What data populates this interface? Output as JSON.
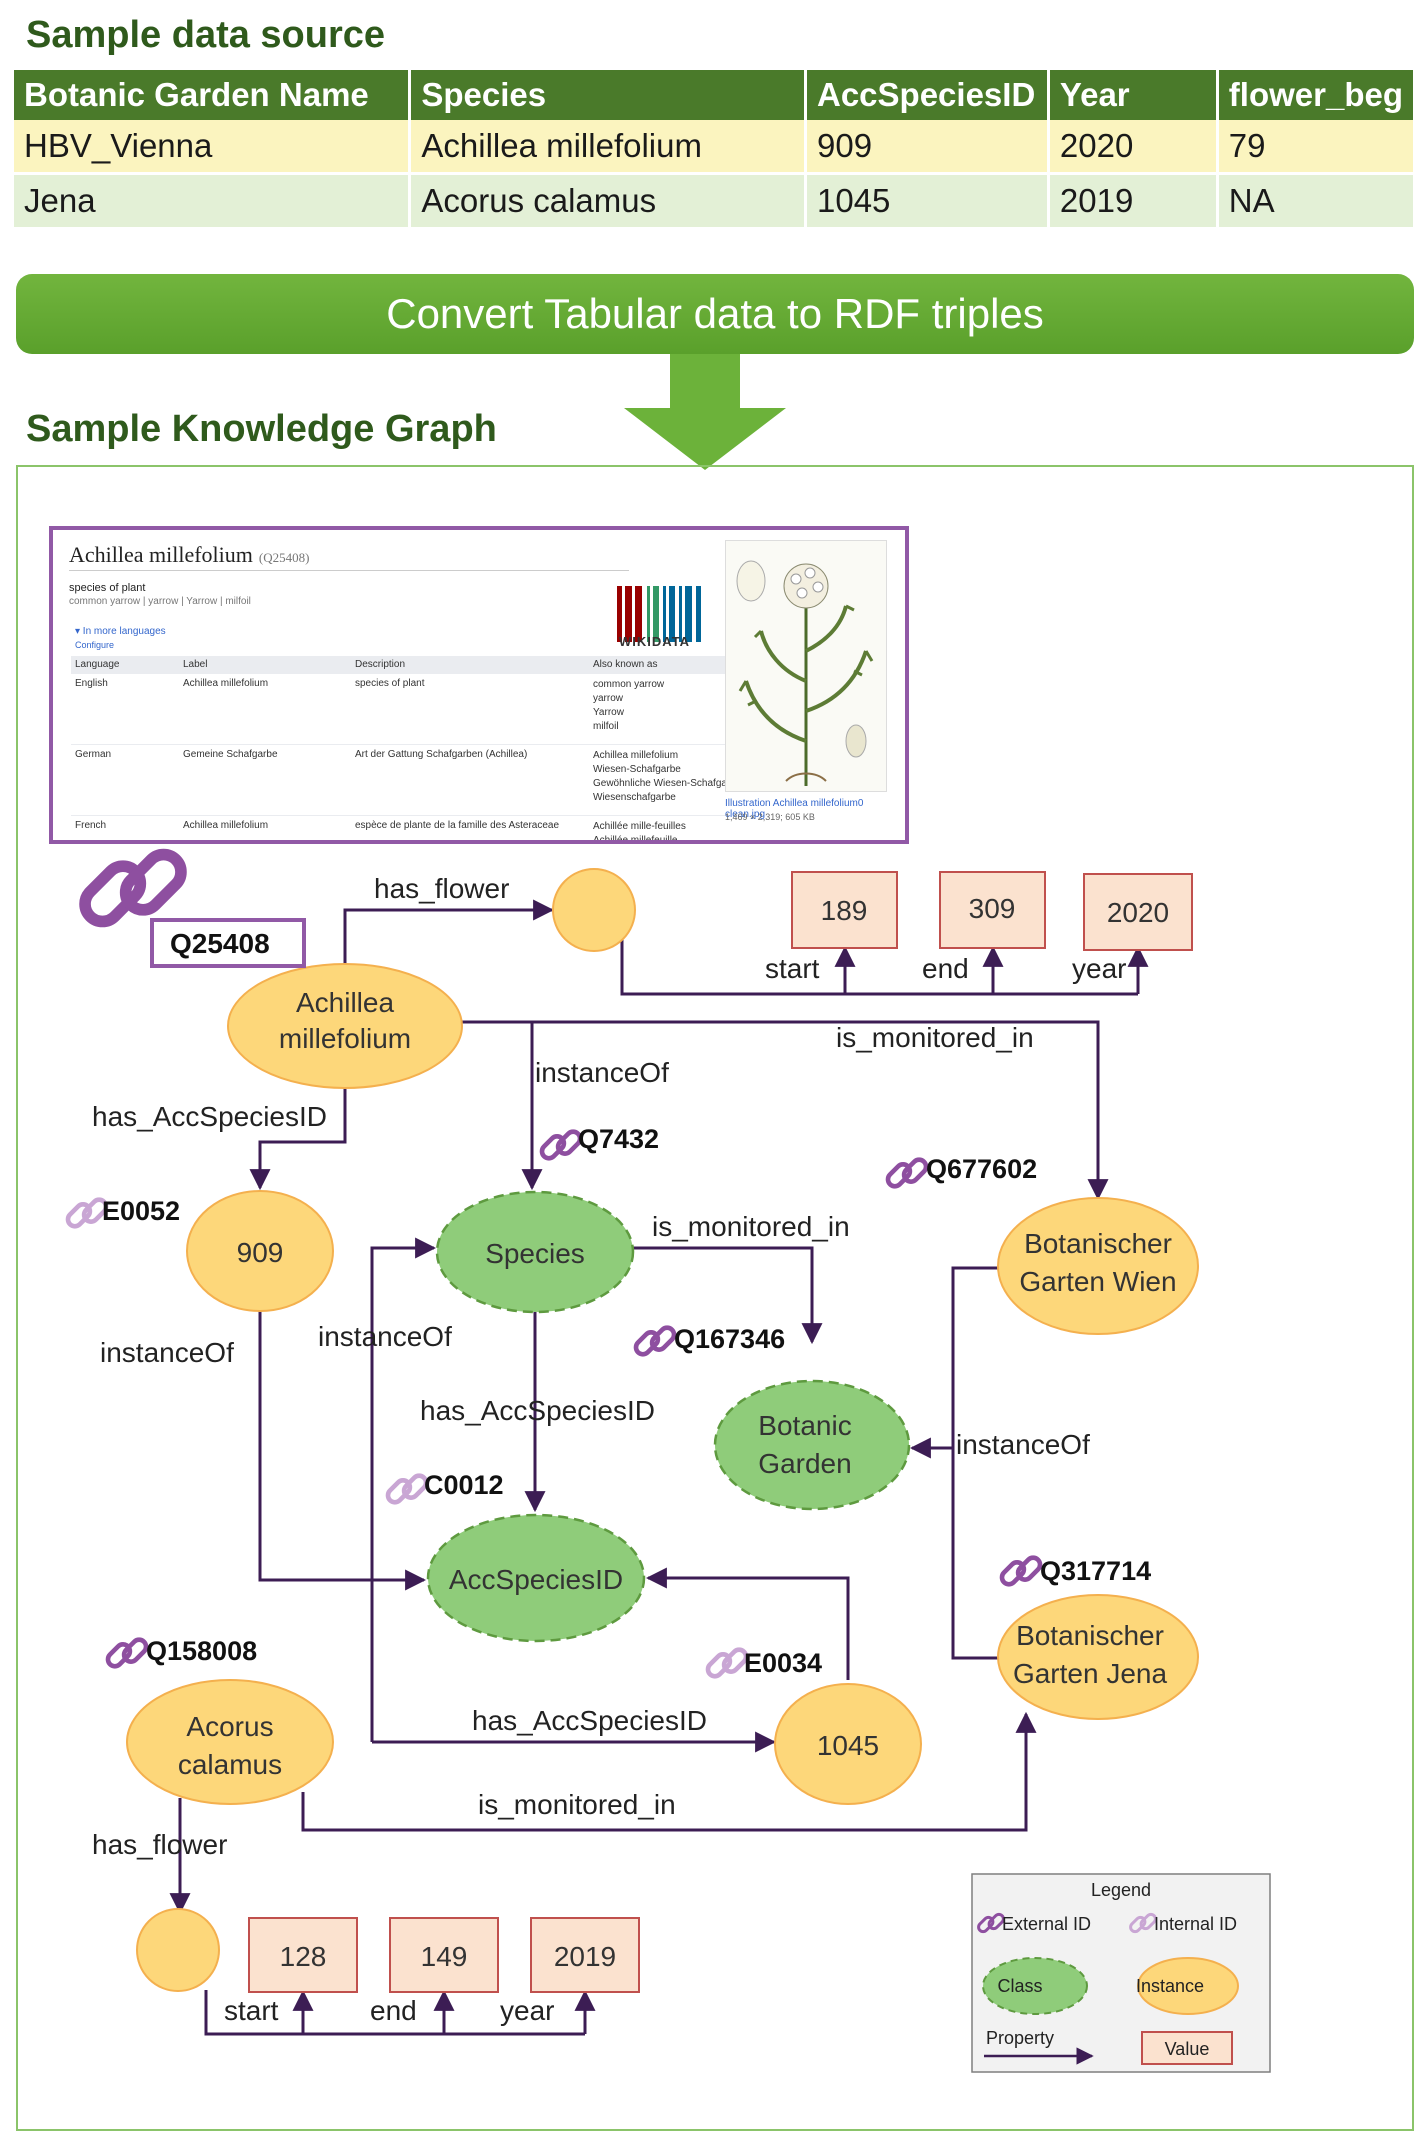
{
  "header": {
    "source_title": "Sample data source",
    "convert_banner": "Convert Tabular data to RDF triples",
    "kg_title": "Sample Knowledge Graph"
  },
  "table": {
    "columns": [
      "Botanic Garden Name",
      "Species",
      "AccSpeciesID",
      "Year",
      "flower_beg"
    ],
    "rows": [
      [
        "HBV_Vienna",
        "Achillea millefolium",
        "909",
        "2020",
        "79"
      ],
      [
        "Jena",
        "Acorus calamus",
        "1045",
        "2019",
        "NA"
      ]
    ]
  },
  "wikidata": {
    "title": "Achillea millefolium",
    "qid": "(Q25408)",
    "description": "species of plant",
    "aliases": "common yarrow | yarrow | Yarrow | milfoil",
    "more_languages": "▾ In more languages",
    "configure": "Configure",
    "headers": [
      "Language",
      "Label",
      "Description",
      "Also known as"
    ],
    "rows": [
      [
        "English",
        "Achillea millefolium",
        "species of plant",
        "common yarrow\nyarrow\nYarrow\nmilfoil"
      ],
      [
        "German",
        "Gemeine Schafgarbe",
        "Art der Gattung Schafgarben (Achillea)",
        "Achillea millefolium\nWiesen-Schafgarbe\nGewöhnliche Wiesen-Schafga\nWiesenschafgarbe"
      ],
      [
        "French",
        "Achillea millefolium",
        "espèce de plante de la famille des Asteraceae",
        "Achillée mille-feuilles\nAchillée millefeuille"
      ]
    ],
    "logo_word": "WIKIDATA",
    "image_caption": "Illustration Achillea millefolium0 clean.jpg",
    "image_size": "1,469 × 2,319; 605 KB"
  },
  "graph": {
    "nodes": {
      "achillea": "Achillea\nmillefolium",
      "n909": "909",
      "species": "Species",
      "accspeciesid": "AccSpeciesID",
      "botanic_garden": "Botanic\nGarden",
      "garten_wien": "Botanischer\nGarten Wien",
      "garten_jena": "Botanischer\nGarten Jena",
      "acorus": "Acorus\ncalamus",
      "n1045": "1045"
    },
    "values": {
      "a_start": "189",
      "a_end": "309",
      "a_year": "2020",
      "b_start": "128",
      "b_end": "149",
      "b_year": "2019"
    },
    "edges": {
      "has_flower_a": "has_flower",
      "start_a": "start",
      "end_a": "end",
      "year_a": "year",
      "is_monitored_in_a": "is_monitored_in",
      "instanceOf_a": "instanceOf",
      "has_acc_a": "has_AccSpeciesID",
      "instanceOf_909": "instanceOf",
      "is_monitored_in_species": "is_monitored_in",
      "instanceOf_acorus": "instanceOf",
      "has_acc_species": "has_AccSpeciesID",
      "instanceOf_gardens": "instanceOf",
      "has_acc_acorus": "has_AccSpeciesID",
      "is_monitored_in_acorus": "is_monitored_in",
      "has_flower_b": "has_flower",
      "start_b": "start",
      "end_b": "end",
      "year_b": "year"
    },
    "ids": {
      "q25408": "Q25408",
      "q7432": "Q7432",
      "q677602": "Q677602",
      "e0052": "E0052",
      "q167346": "Q167346",
      "c0012": "C0012",
      "q317714": "Q317714",
      "q158008": "Q158008",
      "e0034": "E0034"
    }
  },
  "legend": {
    "title": "Legend",
    "external_id": "External ID",
    "internal_id": "Internal ID",
    "class": "Class",
    "instance": "Instance",
    "property": "Property",
    "value": "Value"
  },
  "colors": {
    "instance_fill": "#fdd77a",
    "class_fill": "#8fcc7a",
    "value_fill": "#fbe2cf",
    "value_border": "#c0504d",
    "edge": "#3c1d54",
    "external_link": "#8e4fa0",
    "internal_link": "#c9a6d4",
    "header_green": "#4a7a2a"
  }
}
